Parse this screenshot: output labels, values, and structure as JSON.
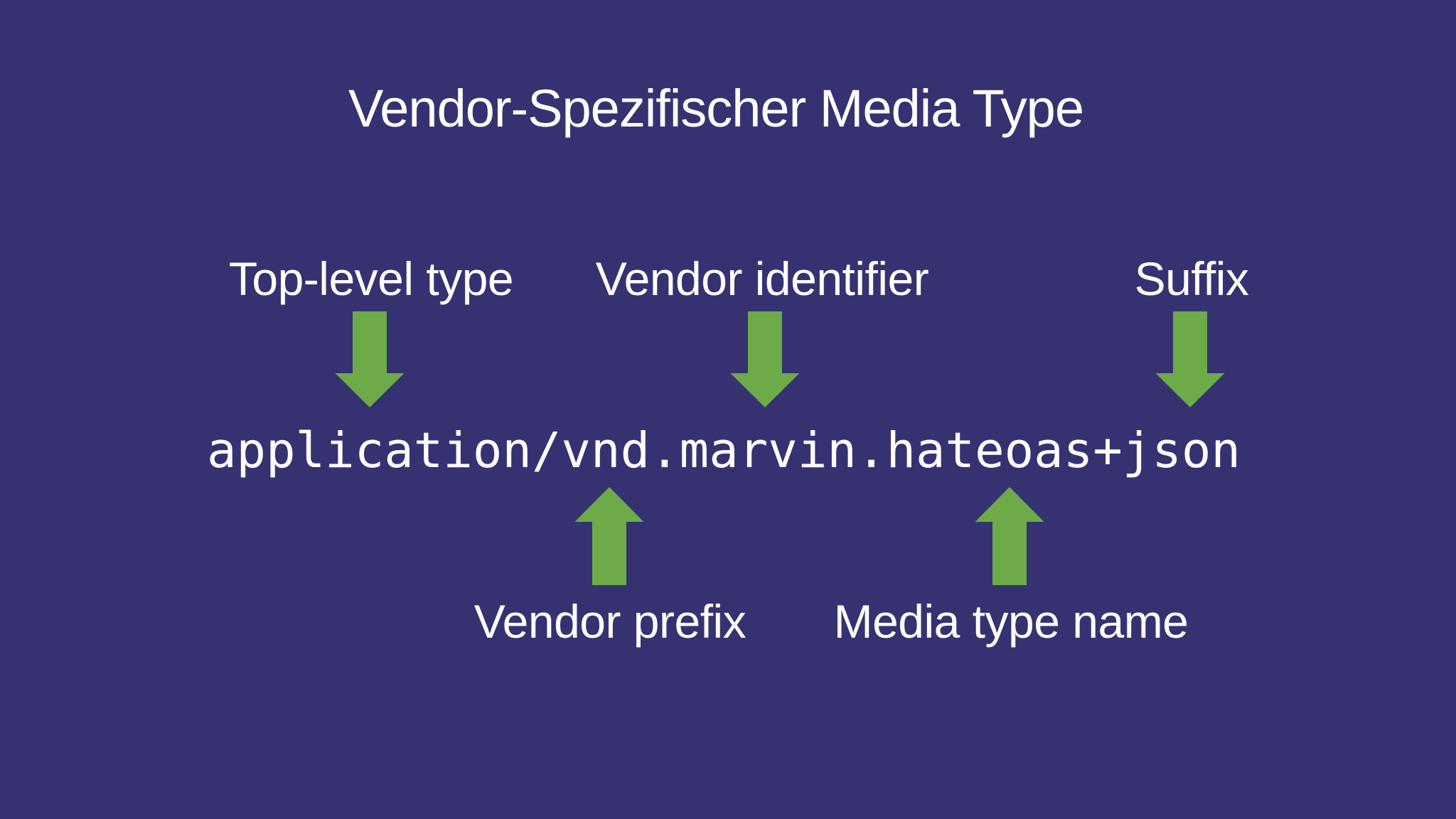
{
  "slide": {
    "title": "Vendor-Spezifischer Media Type",
    "media_type": "application/vnd.marvin.hateoas+json",
    "labels_top": [
      {
        "text": "Top-level type",
        "points_to": "application"
      },
      {
        "text": "Vendor identifier",
        "points_to": "marvin"
      },
      {
        "text": "Suffix",
        "points_to": "json"
      }
    ],
    "labels_bottom": [
      {
        "text": "Vendor prefix",
        "points_to": "vnd."
      },
      {
        "text": "Media type name",
        "points_to": "hateoas"
      }
    ],
    "arrows": [
      {
        "direction": "down",
        "from": "Top-level type",
        "points_to": "application"
      },
      {
        "direction": "down",
        "from": "Vendor identifier",
        "points_to": "marvin"
      },
      {
        "direction": "down",
        "from": "Suffix",
        "points_to": "json"
      },
      {
        "direction": "up",
        "from": "Vendor prefix",
        "points_to": "vnd."
      },
      {
        "direction": "up",
        "from": "Media type name",
        "points_to": "hateoas"
      }
    ],
    "colors": {
      "background": "#363272",
      "arrow_green": "#6CAB48",
      "text": "#FFFFFF"
    }
  }
}
